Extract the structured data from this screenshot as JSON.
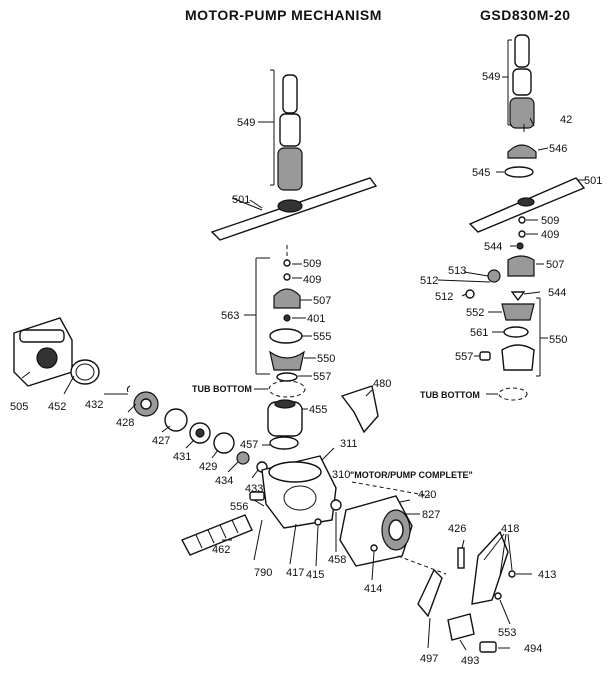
{
  "header": {
    "title": "MOTOR-PUMP MECHANISM",
    "model": "GSD830M-20"
  },
  "labels": {
    "p549a": "549",
    "p501a": "501",
    "p509a": "509",
    "p409a": "409",
    "p507a": "507",
    "p401": "401",
    "p555": "555",
    "p563": "563",
    "p550a": "550",
    "p557a": "557",
    "tub_bottom_a": "TUB BOTTOM",
    "p480": "480",
    "p455": "455",
    "p505": "505",
    "p452": "452",
    "p432": "432",
    "p428": "428",
    "p427": "427",
    "p431": "431",
    "p429": "429",
    "p434": "434",
    "p457": "457",
    "p311": "311",
    "p310": "310",
    "motor_pump_complete": "\"MOTOR/PUMP COMPLETE\"",
    "p433": "433",
    "p420": "420",
    "p556": "556",
    "p827": "827",
    "p462": "462",
    "p790": "790",
    "p417": "417",
    "p415": "415",
    "p458": "458",
    "p414": "414",
    "p426": "426",
    "p418": "418",
    "p413": "413",
    "p553": "553",
    "p497": "497",
    "p493": "493",
    "p494": "494",
    "p549b": "549",
    "p42": "42",
    "p546": "546",
    "p545": "545",
    "p501b": "501",
    "p509b": "509",
    "p409b": "409",
    "p544a": "544",
    "p507b": "507",
    "p513": "513",
    "p512a": "512",
    "p512b": "512",
    "p544b": "544",
    "p552": "552",
    "p561": "561",
    "p550b": "550",
    "p557b": "557",
    "tub_bottom_b": "TUB BOTTOM"
  }
}
